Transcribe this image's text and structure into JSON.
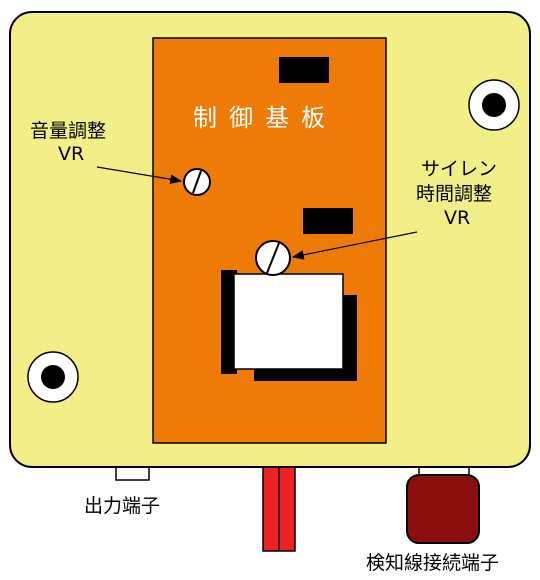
{
  "board": {
    "title": "制御基板"
  },
  "labels": {
    "volume_line1": "音量調整",
    "volume_line2": "VR",
    "siren_line1": "サイレン",
    "siren_line2": "時間調整",
    "siren_line3": "VR",
    "output_terminal": "出力端子",
    "detection_terminal": "検知線接続端子"
  },
  "colors": {
    "case": "#f2ef88",
    "board": "#ee7a08",
    "cable": "#ee2222",
    "connector": "#8b0f0f"
  }
}
